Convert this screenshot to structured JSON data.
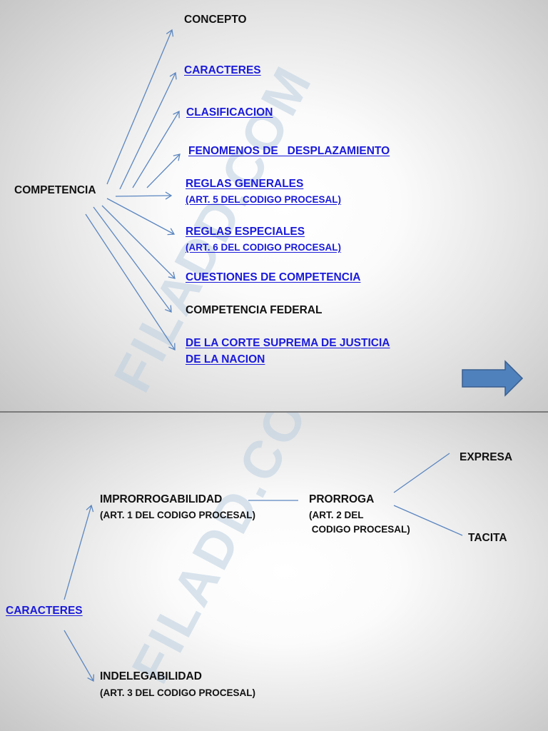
{
  "watermark": "FILADD.COM",
  "colors": {
    "link": "#1a1adb",
    "arrow": "#5b86c0",
    "nav_arrow_fill": "#4f81bd",
    "nav_arrow_stroke": "#3a5f8f"
  },
  "slide1": {
    "root": "COMPETENCIA",
    "items": [
      {
        "label": "CONCEPTO",
        "link": false
      },
      {
        "label": "CARACTERES",
        "link": true
      },
      {
        "label": "CLASIFICACION",
        "link": true
      },
      {
        "label": "FENOMENOS DE   DESPLAZAMIENTO",
        "link": true
      },
      {
        "label": "REGLAS GENERALES",
        "sub": "(ART. 5 DEL CODIGO PROCESAL)",
        "link": true
      },
      {
        "label": "REGLAS ESPECIALES",
        "sub": "(ART. 6 DEL CODIGO PROCESAL)",
        "link": true
      },
      {
        "label": "CUESTIONES DE COMPETENCIA",
        "link": true
      },
      {
        "label": "COMPETENCIA FEDERAL",
        "link": false
      },
      {
        "label": "DE LA CORTE SUPREMA DE JUSTICIA",
        "sub": "DE LA NACION",
        "link": true
      }
    ],
    "next_icon": "right-arrow-icon"
  },
  "slide2": {
    "root": "CARACTERES",
    "improrrogabilidad": {
      "label": "IMPRORROGABILIDAD",
      "sub": "(ART. 1 DEL CODIGO PROCESAL)"
    },
    "prorroga": {
      "label": "PRORROGA",
      "sub1": "(ART. 2 DEL",
      "sub2": " CODIGO PROCESAL)"
    },
    "expresa": "EXPRESA",
    "tacita": "TACITA",
    "indelegabilidad": {
      "label": "INDELEGABILIDAD",
      "sub": "(ART. 3 DEL CODIGO PROCESAL)"
    }
  }
}
